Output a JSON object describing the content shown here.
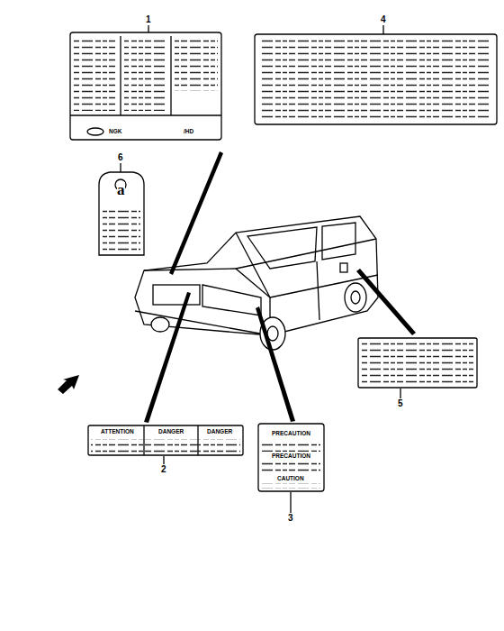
{
  "diagram": {
    "labels": [
      "1",
      "4",
      "6",
      "NGK",
      "/HD",
      "a",
      "ATTENTION",
      "DANGER",
      "DANGER",
      "PRECAUTION",
      "PRECAUTION",
      "CAUTION",
      "2",
      "3",
      "5"
    ]
  }
}
